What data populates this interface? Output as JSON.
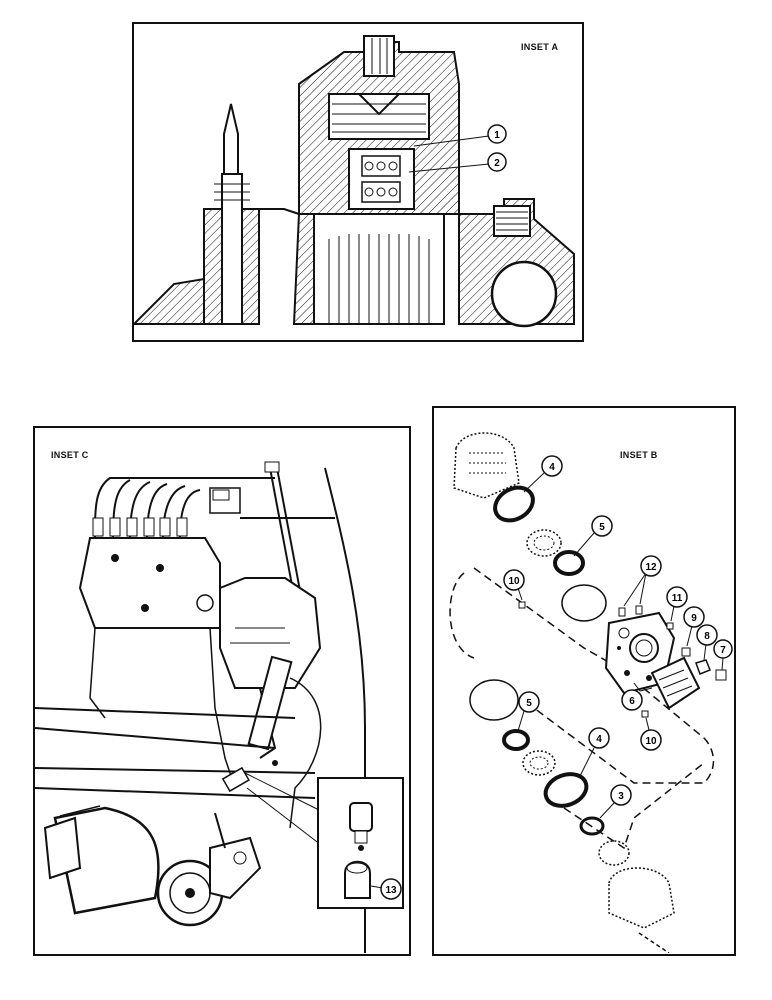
{
  "insets": {
    "a": {
      "title": "INSET A",
      "callouts": [
        "1",
        "2"
      ]
    },
    "b": {
      "title": "INSET B",
      "callouts": [
        "4",
        "5",
        "12",
        "10",
        "11",
        "9",
        "8",
        "7",
        "6",
        "5",
        "4",
        "3",
        "10"
      ]
    },
    "c": {
      "title": "INSET C",
      "callouts": [
        "13"
      ]
    }
  },
  "colors": {
    "ink": "#111111",
    "paper": "#ffffff"
  }
}
